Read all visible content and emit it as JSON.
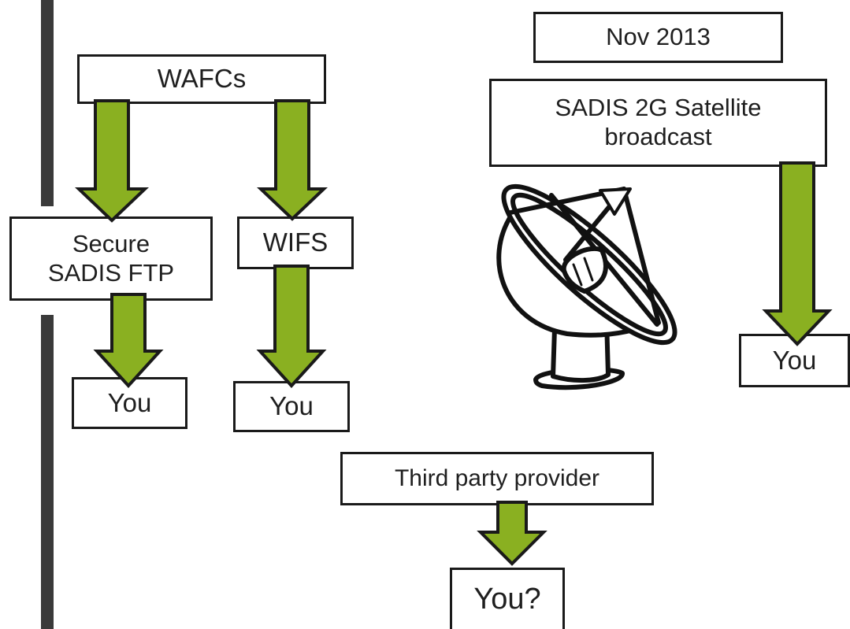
{
  "colors": {
    "arrow_fill": "#8ab021",
    "arrow_stroke": "#1a1a1a",
    "box_border": "#1a1a1a",
    "divider": "#3a3a3a"
  },
  "nodes": {
    "wafcs": "WAFCs",
    "secure_sadis_ftp": "Secure\nSADIS FTP",
    "wifs": "WIFS",
    "you_ftp": "You",
    "you_wifs": "You",
    "date": "Nov 2013",
    "sadis_2g": "SADIS 2G Satellite\nbroadcast",
    "you_sat": "You",
    "third_party": "Third party provider",
    "you_third": "You?"
  },
  "icons": {
    "satellite": "satellite-dish-icon",
    "arrow": "down-arrow-icon"
  }
}
